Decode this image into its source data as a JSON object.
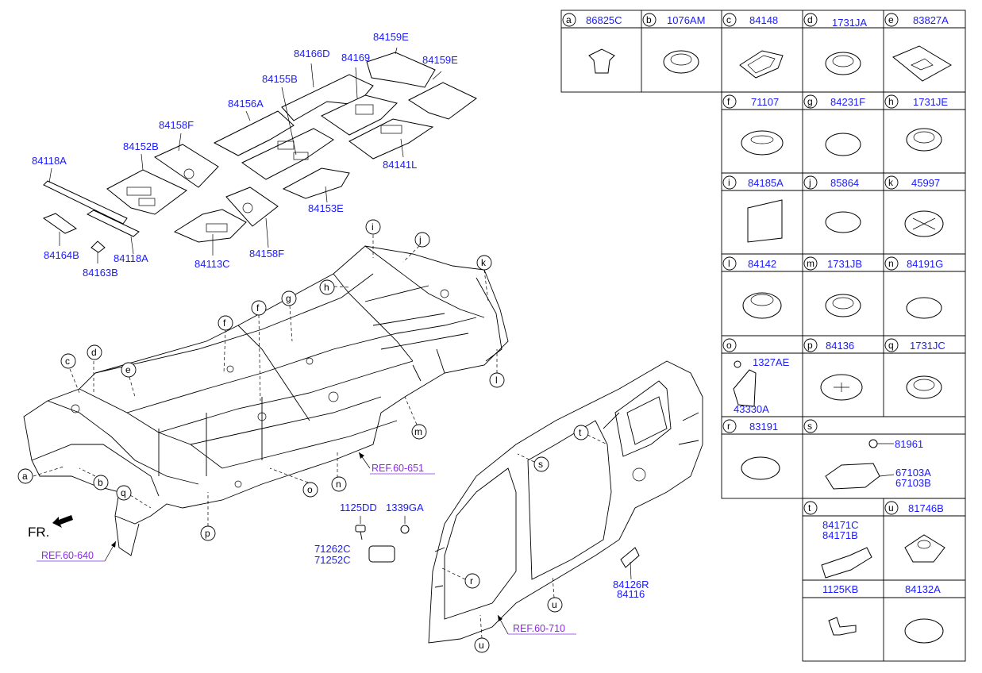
{
  "mat_labels": [
    {
      "id": "m1",
      "text": "84159E"
    },
    {
      "id": "m2",
      "text": "84166D"
    },
    {
      "id": "m3",
      "text": "84169"
    },
    {
      "id": "m4",
      "text": "84159E"
    },
    {
      "id": "m5",
      "text": "84155B"
    },
    {
      "id": "m6",
      "text": "84156A"
    },
    {
      "id": "m7",
      "text": "84158F"
    },
    {
      "id": "m8",
      "text": "84152B"
    },
    {
      "id": "m9",
      "text": "84118A"
    },
    {
      "id": "m10",
      "text": "84141L"
    },
    {
      "id": "m11",
      "text": "84153E"
    },
    {
      "id": "m12",
      "text": "84164B"
    },
    {
      "id": "m13",
      "text": "84118A"
    },
    {
      "id": "m14",
      "text": "84163B"
    },
    {
      "id": "m15",
      "text": "84113C"
    },
    {
      "id": "m16",
      "text": "84158F"
    }
  ],
  "body_labels": [
    {
      "id": "b1",
      "text": "1125DD"
    },
    {
      "id": "b2",
      "text": "1339GA"
    },
    {
      "id": "b3",
      "text": "71262C"
    },
    {
      "id": "b4",
      "text": "71252C"
    },
    {
      "id": "b5",
      "text": "84126R"
    },
    {
      "id": "b6",
      "text": "84116"
    }
  ],
  "refs": [
    {
      "id": "r1",
      "text": "REF.60-651"
    },
    {
      "id": "r2",
      "text": "REF.60-640"
    },
    {
      "id": "r3",
      "text": "REF.60-710"
    }
  ],
  "front_label": "FR.",
  "callouts": [
    "a",
    "b",
    "c",
    "d",
    "e",
    "f",
    "f",
    "g",
    "h",
    "i",
    "j",
    "k",
    "l",
    "m",
    "n",
    "o",
    "p",
    "q",
    "r",
    "s",
    "t",
    "u",
    "u"
  ],
  "table_cells": [
    {
      "letter": "a",
      "part": "86825C"
    },
    {
      "letter": "b",
      "part": "1076AM"
    },
    {
      "letter": "c",
      "part": "84148"
    },
    {
      "letter": "d",
      "part": "1731JA"
    },
    {
      "letter": "e",
      "part": "83827A"
    },
    {
      "letter": "f",
      "part": "71107"
    },
    {
      "letter": "g",
      "part": "84231F"
    },
    {
      "letter": "h",
      "part": "1731JE"
    },
    {
      "letter": "i",
      "part": "84185A"
    },
    {
      "letter": "j",
      "part": "85864"
    },
    {
      "letter": "k",
      "part": "45997"
    },
    {
      "letter": "l",
      "part": "84142"
    },
    {
      "letter": "m",
      "part": "1731JB"
    },
    {
      "letter": "n",
      "part": "84191G"
    },
    {
      "letter": "o",
      "part": ""
    },
    {
      "letter": "p",
      "part": "84136"
    },
    {
      "letter": "q",
      "part": "1731JC"
    },
    {
      "letter": "r",
      "part": "83191"
    },
    {
      "letter": "s",
      "part": ""
    },
    {
      "letter": "t",
      "part": ""
    },
    {
      "letter": "u",
      "part": "81746B"
    }
  ],
  "o_cell_parts": [
    "1327AE",
    "43330A"
  ],
  "s_cell_parts": [
    "81961",
    "67103A",
    "67103B"
  ],
  "t_cell_parts": [
    "84171C",
    "84171B"
  ],
  "bottom_row": [
    "1125KB",
    "84132A"
  ]
}
